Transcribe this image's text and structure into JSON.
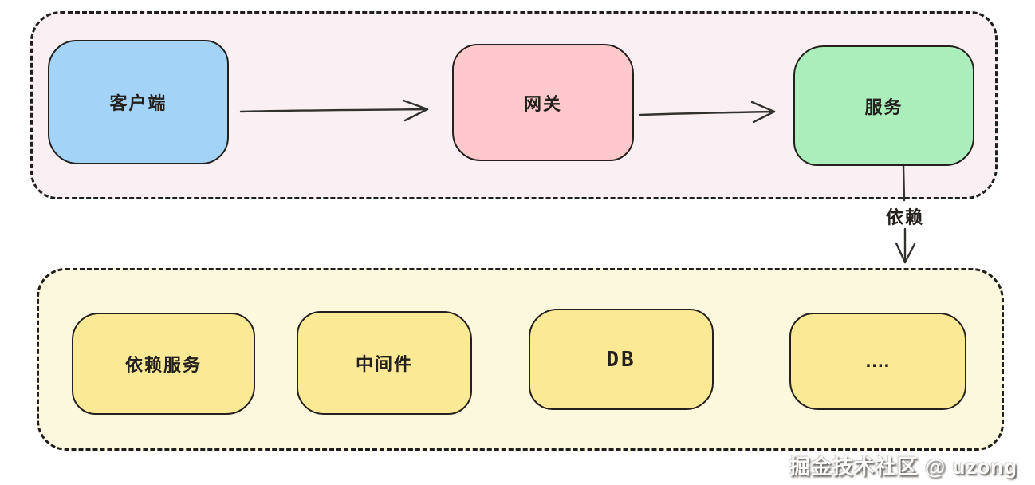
{
  "diagram": {
    "request_flow_group": {
      "nodes": [
        {
          "id": "client",
          "label": "客户端",
          "fill": "#a3d4f7"
        },
        {
          "id": "gateway",
          "label": "网关",
          "fill": "#ffc8ca"
        },
        {
          "id": "service",
          "label": "服务",
          "fill": "#aceebb"
        }
      ],
      "background": "#faeff2"
    },
    "dependency_edge": {
      "label": "依赖",
      "from": "service",
      "to": "dependencies-group"
    },
    "dependencies_group": {
      "nodes": [
        {
          "id": "dependency-service",
          "label": "依赖服务",
          "fill": "#fbe996"
        },
        {
          "id": "middleware",
          "label": "中间件",
          "fill": "#fbe996"
        },
        {
          "id": "db",
          "label": "DB",
          "fill": "#fbe996"
        },
        {
          "id": "more",
          "label": "....",
          "fill": "#fbe996"
        }
      ],
      "background": "#fcf8dd"
    },
    "watermark": "掘金技术社区 @ uzong"
  }
}
